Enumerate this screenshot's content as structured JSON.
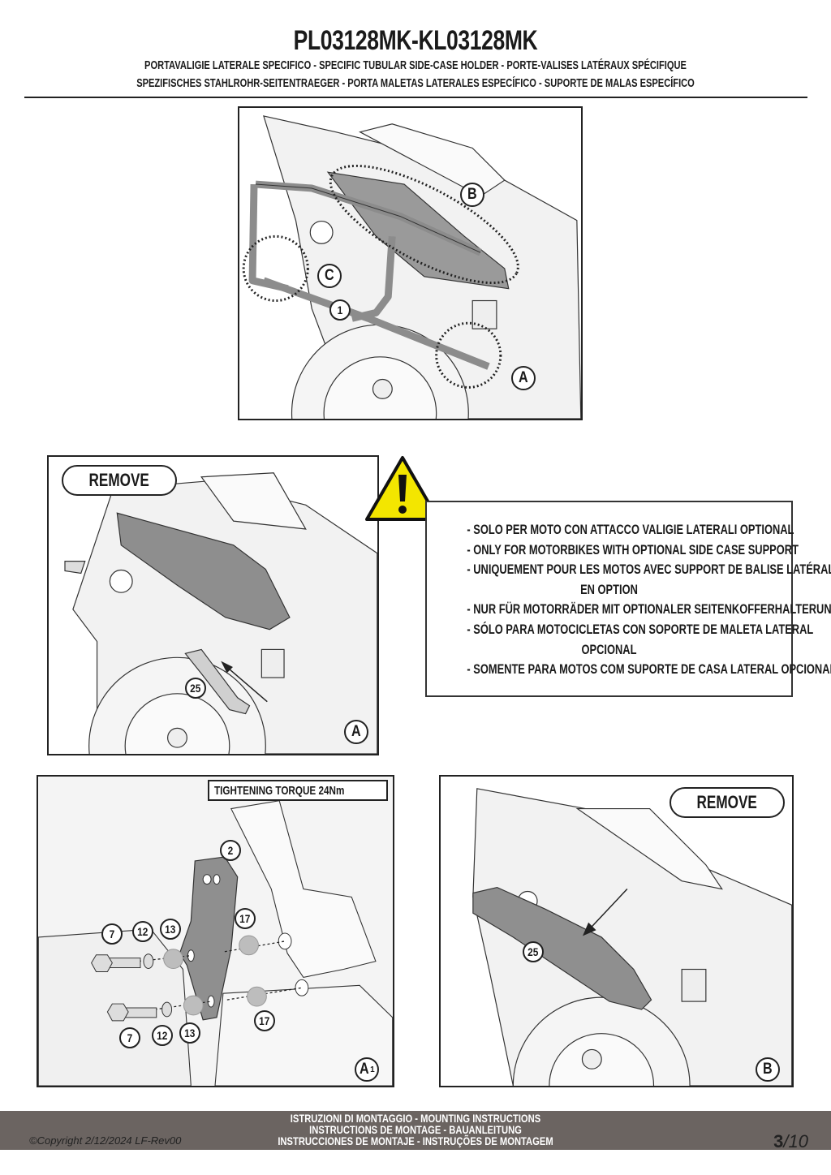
{
  "header": {
    "title": "PL03128MK-KL03128MK",
    "subtitle_line1": "PORTAVALIGIE LATERALE SPECIFICO  -  SPECIFIC TUBULAR SIDE-CASE HOLDER  - PORTE-VALISES LATÉRAUX SPÉCIFIQUE",
    "subtitle_line2": "SPEZIFISCHES STAHLROHR-SEITENTRAEGER - PORTA MALETAS LATERALES ESPECÍFICO - SUPORTE DE MALAS ESPECÍFICO"
  },
  "overview_panel": {
    "callouts": {
      "a": "A",
      "b": "B",
      "c": "C"
    },
    "parts": {
      "holder": "1"
    }
  },
  "remove_panel_a": {
    "action_label": "REMOVE",
    "part": "25",
    "view": "A"
  },
  "warning": {
    "icon": "warning-triangle-icon",
    "lines": [
      "- SOLO PER MOTO CON ATTACCO VALIGIE LATERALI OPTIONAL",
      "- ONLY FOR MOTORBIKES WITH OPTIONAL SIDE CASE SUPPORT",
      "- UNIQUEMENT POUR LES MOTOS AVEC SUPPORT DE BALISE LATÉRALE",
      "EN OPTION",
      "- NUR FÜR MOTORRÄDER MIT OPTIONALER SEITENKOFFERHALTERUNG",
      "- SÓLO PARA MOTOCICLETAS CON SOPORTE DE MALETA LATERAL",
      "OPCIONAL",
      "- SOMENTE PARA MOTOS COM SUPORTE DE CASA LATERAL OPCIONAL"
    ]
  },
  "assembly_panel": {
    "torque_label": "TIGHTENING TORQUE 24Nm",
    "parts": {
      "plate": "2",
      "bolt": "7",
      "washer": "12",
      "spacer": "13",
      "bushing": "17"
    },
    "view": "A",
    "view_sub": "1"
  },
  "remove_panel_b": {
    "action_label": "REMOVE",
    "part": "25",
    "view": "B"
  },
  "footer": {
    "copyright": "©Copyright 2/12/2024 LF-Rev00",
    "line1": "ISTRUZIONI DI MONTAGGIO  -  MOUNTING INSTRUCTIONS",
    "line2": "INSTRUCTIONS DE MONTAGE - BAUANLEITUNG",
    "line3": "INSTRUCCIONES DE MONTAJE - INSTRUÇÕES DE MONTAGEM",
    "page_current": "3",
    "page_total": "/10"
  }
}
